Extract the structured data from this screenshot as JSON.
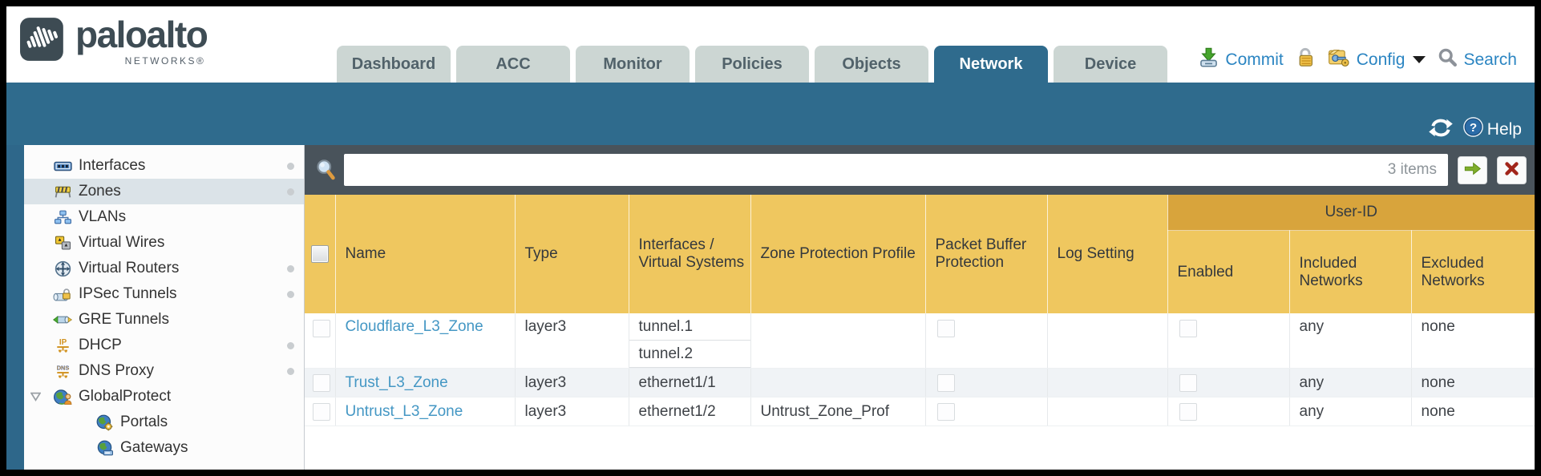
{
  "brand": {
    "name": "paloalto",
    "sub": "NETWORKS®",
    "mark_icon": "soundwave-logo-icon"
  },
  "tabs": {
    "items": [
      "Dashboard",
      "ACC",
      "Monitor",
      "Policies",
      "Objects",
      "Network",
      "Device"
    ],
    "active": "Network"
  },
  "utility": {
    "commit": {
      "label": "Commit",
      "icon": "commit-icon"
    },
    "lock": {
      "icon": "lock-icon"
    },
    "config": {
      "label": "Config",
      "icon": "config-icon",
      "caret_icon": "caret-down-icon"
    },
    "search": {
      "label": "Search",
      "icon": "search-icon"
    },
    "refresh": {
      "icon": "refresh-icon"
    },
    "help": {
      "label": "Help",
      "icon": "help-icon"
    }
  },
  "filter": {
    "value": "",
    "items_count": "3 items",
    "search_icon": "magnifier-icon",
    "apply_icon": "arrow-right-icon",
    "clear_icon": "close-x-icon"
  },
  "sidebar": {
    "items": [
      {
        "label": "Interfaces",
        "icon": "interfaces-icon",
        "dot": true,
        "indent": false,
        "selected": false,
        "expander": false
      },
      {
        "label": "Zones",
        "icon": "zones-icon",
        "dot": true,
        "indent": false,
        "selected": true,
        "expander": false
      },
      {
        "label": "VLANs",
        "icon": "vlans-icon",
        "dot": false,
        "indent": false,
        "selected": false,
        "expander": false
      },
      {
        "label": "Virtual Wires",
        "icon": "virtual-wires-icon",
        "dot": false,
        "indent": false,
        "selected": false,
        "expander": false
      },
      {
        "label": "Virtual Routers",
        "icon": "virtual-routers-icon",
        "dot": true,
        "indent": false,
        "selected": false,
        "expander": false
      },
      {
        "label": "IPSec Tunnels",
        "icon": "ipsec-tunnels-icon",
        "dot": true,
        "indent": false,
        "selected": false,
        "expander": false
      },
      {
        "label": "GRE Tunnels",
        "icon": "gre-tunnels-icon",
        "dot": false,
        "indent": false,
        "selected": false,
        "expander": false
      },
      {
        "label": "DHCP",
        "icon": "dhcp-icon",
        "dot": true,
        "indent": false,
        "selected": false,
        "expander": false
      },
      {
        "label": "DNS Proxy",
        "icon": "dns-proxy-icon",
        "dot": true,
        "indent": false,
        "selected": false,
        "expander": false
      },
      {
        "label": "GlobalProtect",
        "icon": "globalprotect-icon",
        "dot": false,
        "indent": false,
        "selected": false,
        "expander": true
      },
      {
        "label": "Portals",
        "icon": "portals-icon",
        "dot": false,
        "indent": true,
        "selected": false,
        "expander": false
      },
      {
        "label": "Gateways",
        "icon": "gateways-icon",
        "dot": false,
        "indent": true,
        "selected": false,
        "expander": false
      }
    ]
  },
  "table": {
    "group_header": "User-ID",
    "columns": [
      "",
      "Name",
      "Type",
      "Interfaces / Virtual Systems",
      "Zone Protection Profile",
      "Packet Buffer Protection",
      "Log Setting",
      "Enabled",
      "Included Networks",
      "Excluded Networks"
    ],
    "rows": [
      {
        "name": "Cloudflare_L3_Zone",
        "type": "layer3",
        "interfaces": [
          "tunnel.1",
          "tunnel.2"
        ],
        "zone_protection_profile": "",
        "packet_buffer_protection": false,
        "log_setting": "",
        "user_id_enabled": false,
        "included_networks": "any",
        "excluded_networks": "none",
        "selected": false
      },
      {
        "name": "Trust_L3_Zone",
        "type": "layer3",
        "interfaces": [
          "ethernet1/1"
        ],
        "zone_protection_profile": "",
        "packet_buffer_protection": false,
        "log_setting": "",
        "user_id_enabled": false,
        "included_networks": "any",
        "excluded_networks": "none",
        "selected": false
      },
      {
        "name": "Untrust_L3_Zone",
        "type": "layer3",
        "interfaces": [
          "ethernet1/2"
        ],
        "zone_protection_profile": "Untrust_Zone_Prof",
        "packet_buffer_protection": false,
        "log_setting": "",
        "user_id_enabled": false,
        "included_networks": "any",
        "excluded_networks": "none",
        "selected": false
      }
    ]
  },
  "colors": {
    "teal": "#2f6b8d",
    "filter_bar": "#49535b",
    "header_gold": "#efc75f",
    "header_gold_dark": "#d8a43c",
    "link_blue": "#4497c4",
    "tab_inactive": "#ccd6d3",
    "utility_blue": "#2b85c2",
    "selected_nav": "#dbe3e8",
    "alt_row": "#f0f3f6"
  }
}
